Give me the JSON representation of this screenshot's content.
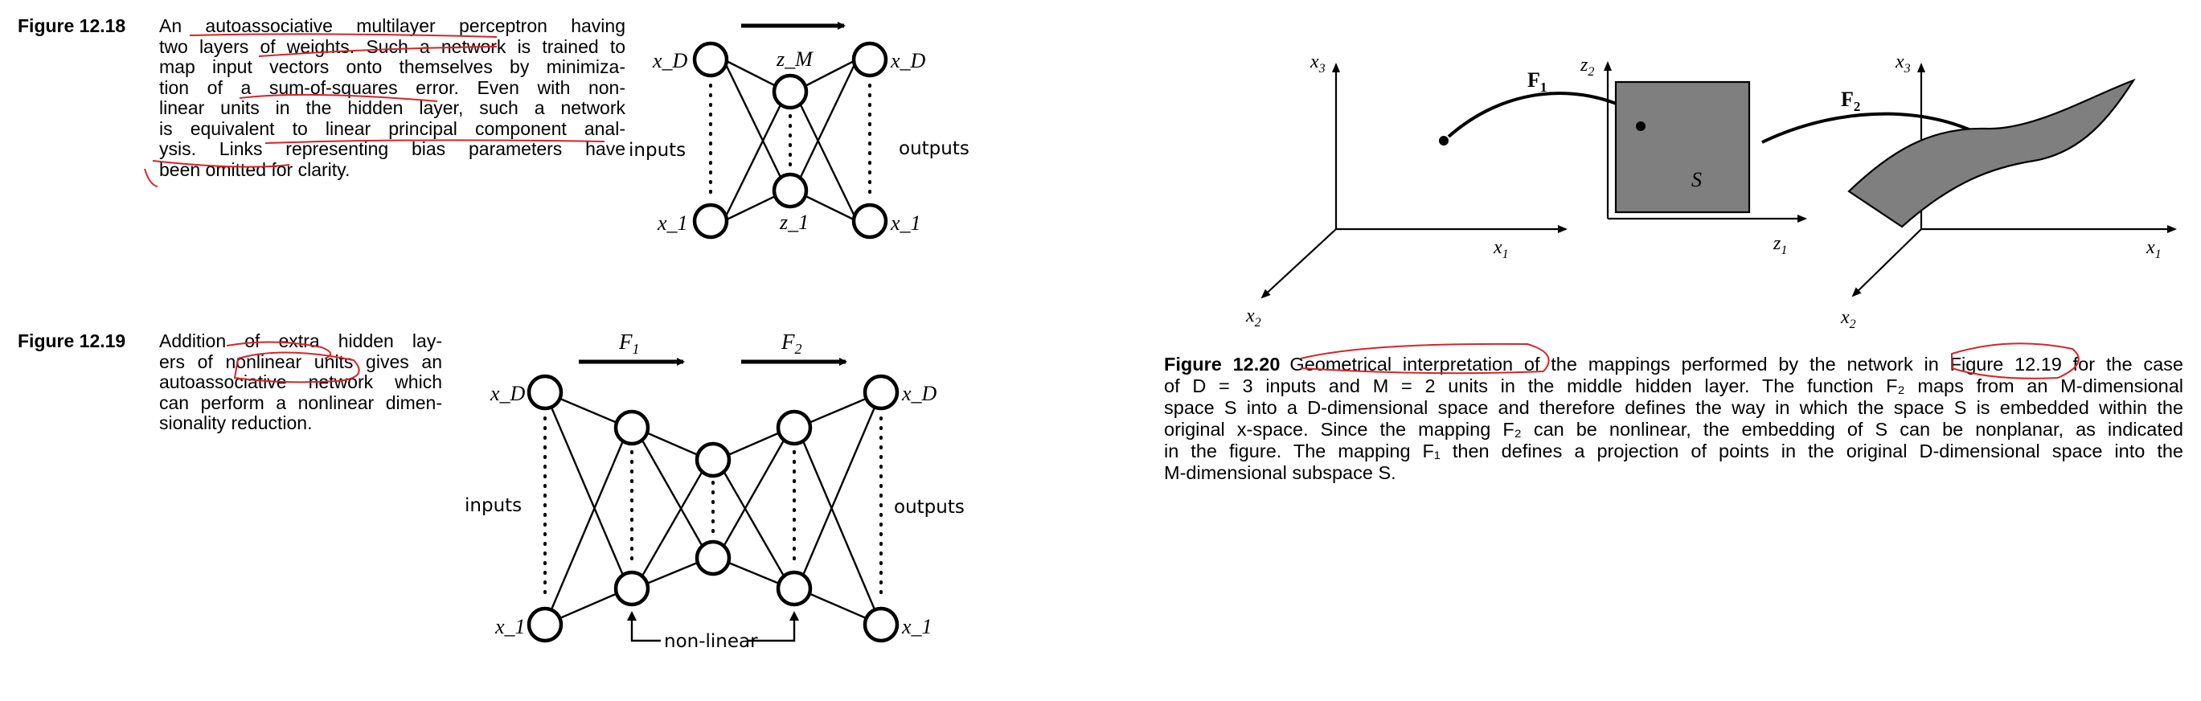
{
  "fig18": {
    "label": "Figure 12.18",
    "lines": [
      "An autoassociative multilayer perceptron having",
      "two layers of weights. Such a network is trained to",
      "map input vectors onto themselves by minimiza-",
      "tion of a sum-of-squares error.  Even with non-",
      "linear units in the hidden layer, such a network",
      "is equivalent to linear principal component anal-",
      "ysis.  Links representing bias parameters have",
      "been omitted for clarity."
    ],
    "diagram": {
      "left_top": "x_D",
      "left_bottom": "x_1",
      "hidden_top": "z_M",
      "hidden_bottom": "z_1",
      "right_top": "x_D",
      "right_bottom": "x_1",
      "inputs": "inputs",
      "outputs": "outputs"
    }
  },
  "fig19": {
    "label": "Figure 12.19",
    "lines": [
      "Addition of extra hidden lay-",
      "ers of nonlinear units gives an",
      "autoassociative network which",
      "can perform a nonlinear dimen-",
      "sionality reduction."
    ],
    "diagram": {
      "F1": "F",
      "F1_sub": "1",
      "F2": "F",
      "F2_sub": "2",
      "left_top": "x_D",
      "left_bottom": "x_1",
      "right_top": "x_D",
      "right_bottom": "x_1",
      "inputs": "inputs",
      "outputs": "outputs",
      "nonlinear": "non-linear"
    }
  },
  "fig20": {
    "label": "Figure 12.20",
    "lines": [
      "Geometrical interpretation of the mappings performed by the network in Figure 12.19 for the case",
      "of D = 3 inputs and M = 2 units in the middle hidden layer.  The function F₂ maps from an M-dimensional",
      "space S into a D-dimensional space and therefore defines the way in which the space S is embedded within the",
      "original x-space.  Since the mapping F₂ can be nonlinear, the embedding of S can be nonplanar, as indicated",
      "in the figure.  The mapping F₁ then defines a projection of points in the original D-dimensional space into the",
      "M-dimensional subspace S."
    ],
    "diagram": {
      "x1": "x",
      "x2": "x",
      "x3": "x",
      "z1": "z",
      "z2": "z",
      "s1": "1",
      "s2": "2",
      "s3": "3",
      "F1": "F",
      "F2": "F",
      "S": "S"
    }
  }
}
